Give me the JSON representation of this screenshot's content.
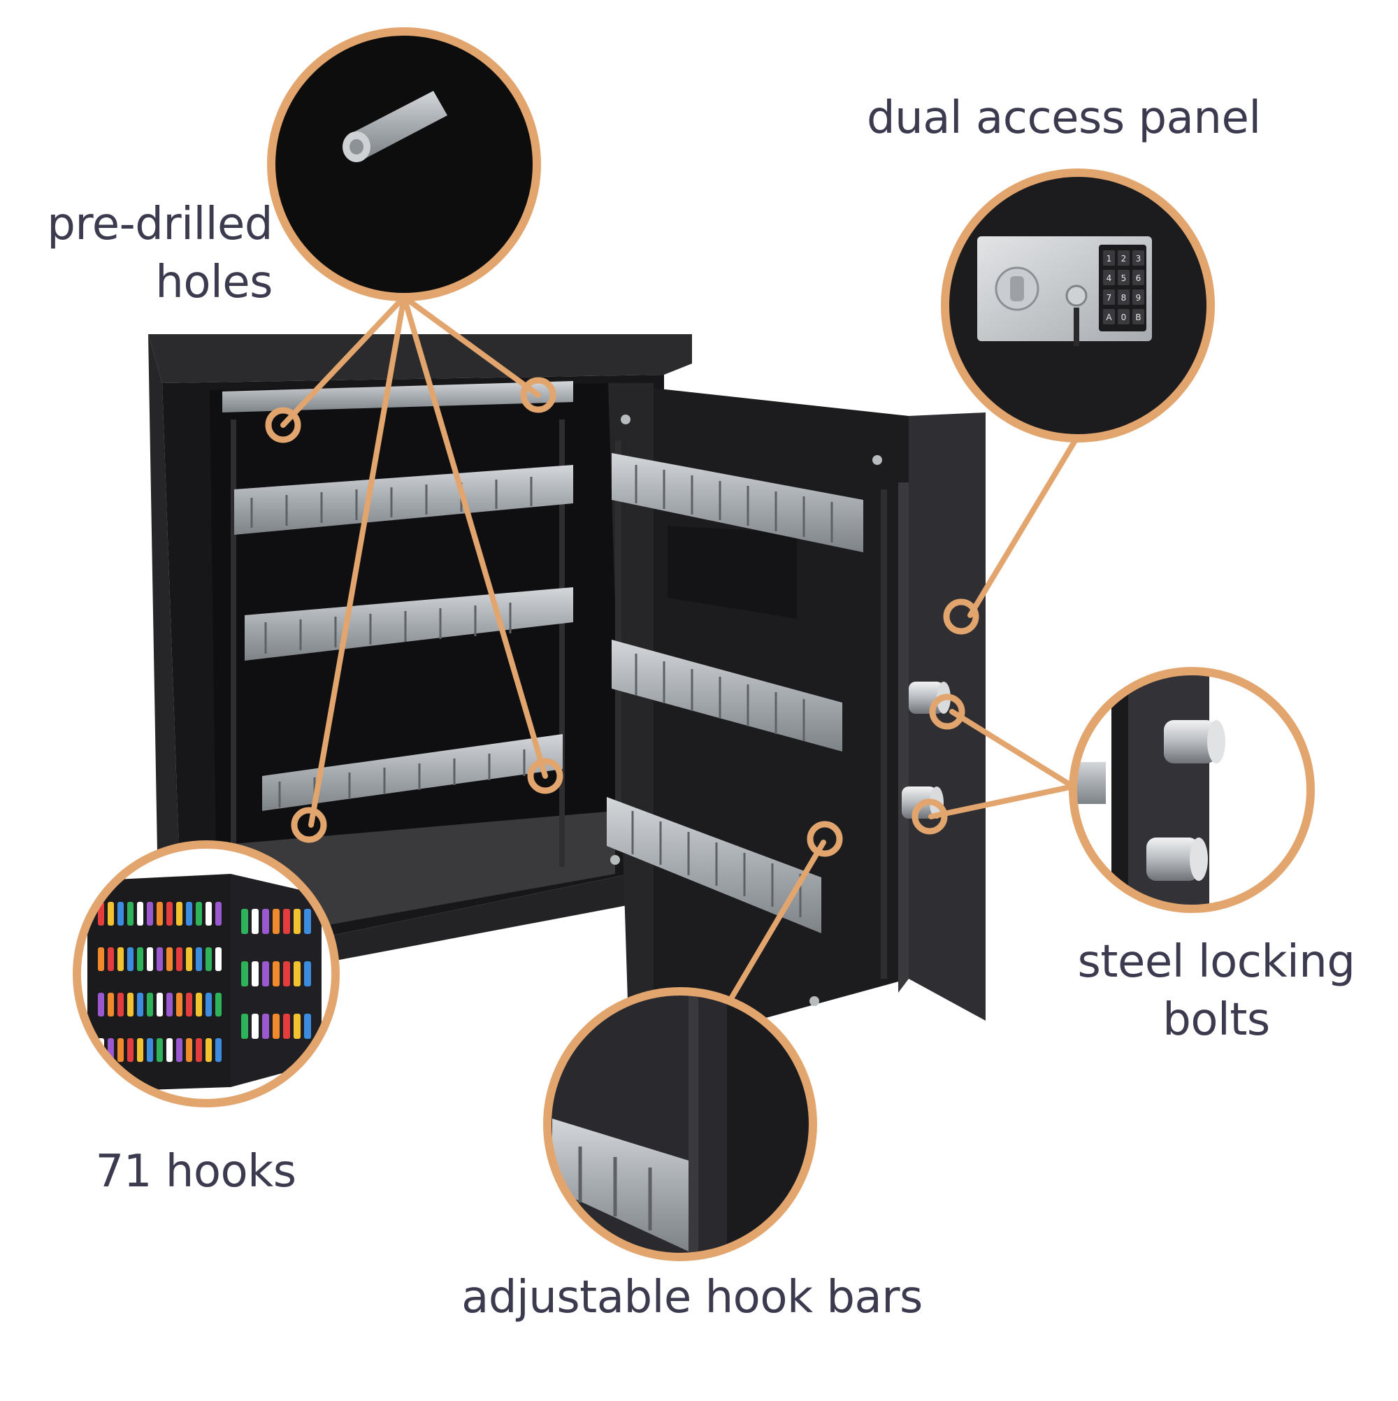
{
  "colors": {
    "accent": "#e3a56e",
    "label_text": "#3c3a4f",
    "safe_body": "#1e1e20",
    "hook_bar": "#a9adb2"
  },
  "callouts": {
    "predrilled": {
      "line1": "pre-drilled",
      "line2": "holes"
    },
    "dual_access": {
      "text": "dual access panel"
    },
    "steel_bolts": {
      "line1": "steel locking",
      "line2": "bolts"
    },
    "hooks71": {
      "text": "71 hooks"
    },
    "adjustable": {
      "text": "adjustable hook bars"
    }
  },
  "keypad": {
    "keys": [
      "1",
      "2",
      "3",
      "4",
      "5",
      "6",
      "7",
      "8",
      "9",
      "A",
      "0",
      "B"
    ]
  }
}
